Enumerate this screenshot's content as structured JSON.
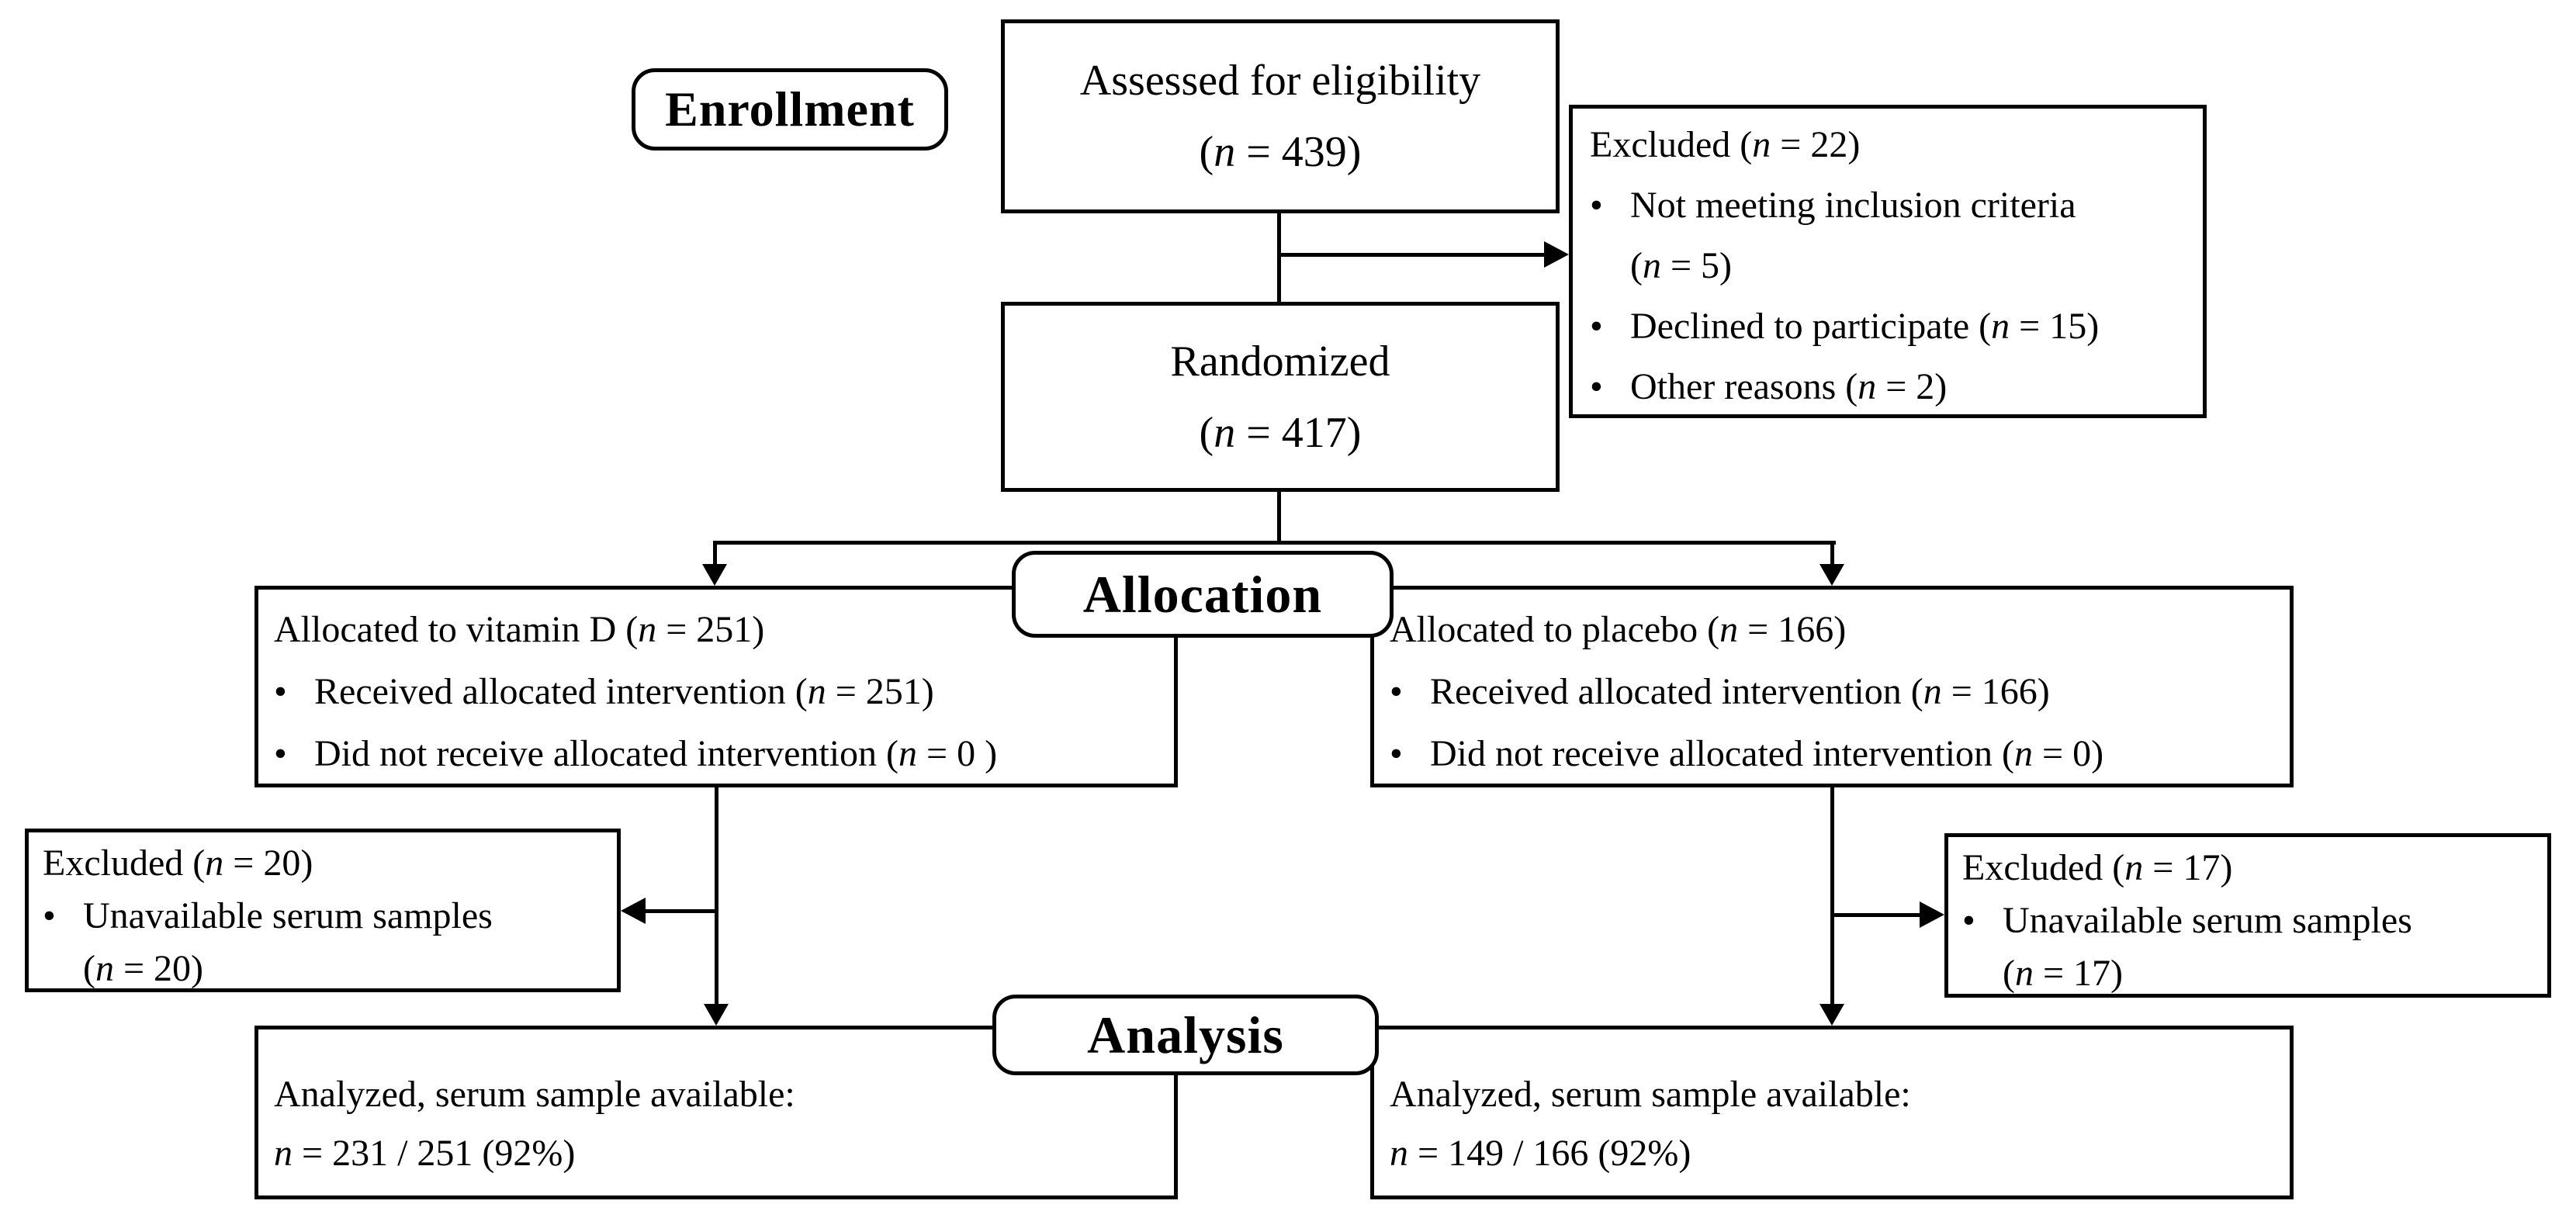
{
  "stages": {
    "enrollment": "Enrollment",
    "allocation": "Allocation",
    "analysis": "Analysis"
  },
  "glyphs": {
    "bullet": "•"
  },
  "colors": {
    "line": "#000000",
    "background": "#ffffff"
  },
  "boxes": {
    "assessed": {
      "lines": [
        [
          {
            "t": "Assessed  for eligibility"
          }
        ],
        [
          {
            "t": "("
          },
          {
            "t": "n",
            "i": 1
          },
          {
            "t": " = 439)"
          }
        ]
      ]
    },
    "excluded_top": {
      "title": [
        {
          "t": "Excluded ("
        },
        {
          "t": "n",
          "i": 1
        },
        {
          "t": " = 22)"
        }
      ],
      "bullets": [
        [
          {
            "t": "Not meeting inclusion  criteria"
          },
          {
            "br": 1
          },
          {
            "t": "("
          },
          {
            "t": "n",
            "i": 1
          },
          {
            "t": " = 5)"
          }
        ],
        [
          {
            "t": "Declined to participate ("
          },
          {
            "t": "n",
            "i": 1
          },
          {
            "t": " = 15)"
          }
        ],
        [
          {
            "t": "Other reasons ("
          },
          {
            "t": "n",
            "i": 1
          },
          {
            "t": " = 2)"
          }
        ]
      ]
    },
    "randomized": {
      "lines": [
        [
          {
            "t": "Randomized"
          }
        ],
        [
          {
            "t": "("
          },
          {
            "t": "n",
            "i": 1
          },
          {
            "t": " = 417)"
          }
        ]
      ]
    },
    "alloc_vitamin": {
      "title": [
        {
          "t": "Allocated to vitamin  D ("
        },
        {
          "t": "n",
          "i": 1
        },
        {
          "t": " = 251)"
        }
      ],
      "bullets": [
        [
          {
            "t": "Received allocated intervention  ("
          },
          {
            "t": "n",
            "i": 1
          },
          {
            "t": " = 251)"
          }
        ],
        [
          {
            "t": "Did not receive  allocated  intervention  ("
          },
          {
            "t": "n",
            "i": 1
          },
          {
            "t": " = 0 )"
          }
        ]
      ]
    },
    "alloc_placebo": {
      "title": [
        {
          "t": "Allocated to placebo ("
        },
        {
          "t": "n",
          "i": 1
        },
        {
          "t": " = 166)"
        }
      ],
      "bullets": [
        [
          {
            "t": "Received allocated intervention  ("
          },
          {
            "t": "n",
            "i": 1
          },
          {
            "t": " = 166)"
          }
        ],
        [
          {
            "t": "Did not receive  allocated  intervention  ("
          },
          {
            "t": "n",
            "i": 1
          },
          {
            "t": " = 0)"
          }
        ]
      ]
    },
    "excluded_vitamin": {
      "title": [
        {
          "t": "Excluded ("
        },
        {
          "t": "n",
          "i": 1
        },
        {
          "t": " = 20)"
        }
      ],
      "bullets": [
        [
          {
            "t": "Unavailable  serum samples"
          },
          {
            "br": 1
          },
          {
            "t": "("
          },
          {
            "t": "n",
            "i": 1
          },
          {
            "t": " = 20)"
          }
        ]
      ]
    },
    "excluded_placebo": {
      "title": [
        {
          "t": "Excluded ("
        },
        {
          "t": "n",
          "i": 1
        },
        {
          "t": " = 17)"
        }
      ],
      "bullets": [
        [
          {
            "t": "Unavailable  serum samples"
          },
          {
            "br": 1
          },
          {
            "t": "("
          },
          {
            "t": "n",
            "i": 1
          },
          {
            "t": " = 17)"
          }
        ]
      ]
    },
    "analyzed_vitamin": {
      "lines": [
        [
          {
            "t": "Analyzed,  serum sample available:"
          }
        ],
        [
          {
            "t": "n",
            "i": 1
          },
          {
            "t": " = 231 / 251 (92%)"
          }
        ]
      ]
    },
    "analyzed_placebo": {
      "lines": [
        [
          {
            "t": "Analyzed,  serum sample available:"
          }
        ],
        [
          {
            "t": "n",
            "i": 1
          },
          {
            "t": " = 149 / 166 (92%)"
          }
        ]
      ]
    }
  }
}
